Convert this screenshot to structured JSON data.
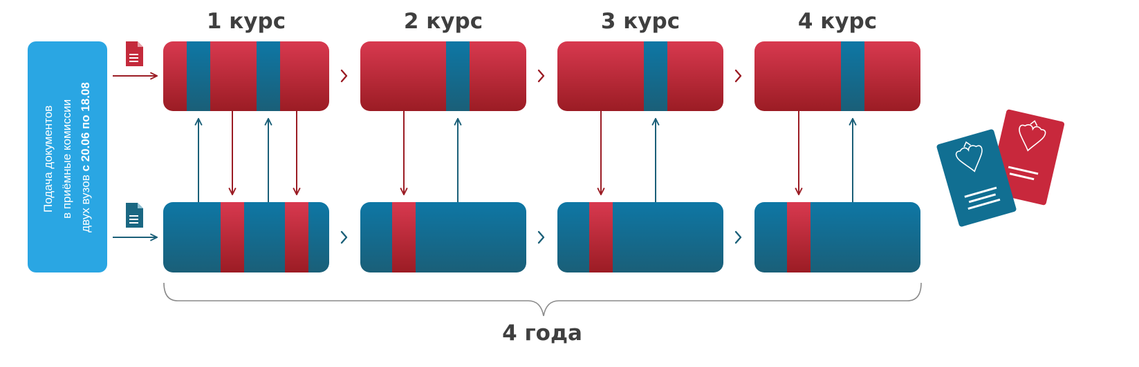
{
  "title_box": {
    "line1": "Подача документов",
    "line2": "в приёмные комиссии",
    "line3_prefix": "двух вузов ",
    "line3_bold": "с 20.06 по 18.08"
  },
  "years": [
    {
      "label": "1 курс"
    },
    {
      "label": "2 курс"
    },
    {
      "label": "3 курс"
    },
    {
      "label": "4 курс"
    }
  ],
  "duration_label": "4 года",
  "colors": {
    "red_top": "#d8394f",
    "red_bottom": "#9b1c24",
    "blue_top": "#0e77a5",
    "blue_bottom": "#1a5f78",
    "sidebar": "#2aa6e3",
    "text": "#3f3f3f",
    "arrow_red": "#9b1c24",
    "arrow_blue": "#1a5f78"
  },
  "icons": {
    "doc_red": "document-icon",
    "doc_blue": "document-icon",
    "diplomas": "diploma-icon"
  }
}
